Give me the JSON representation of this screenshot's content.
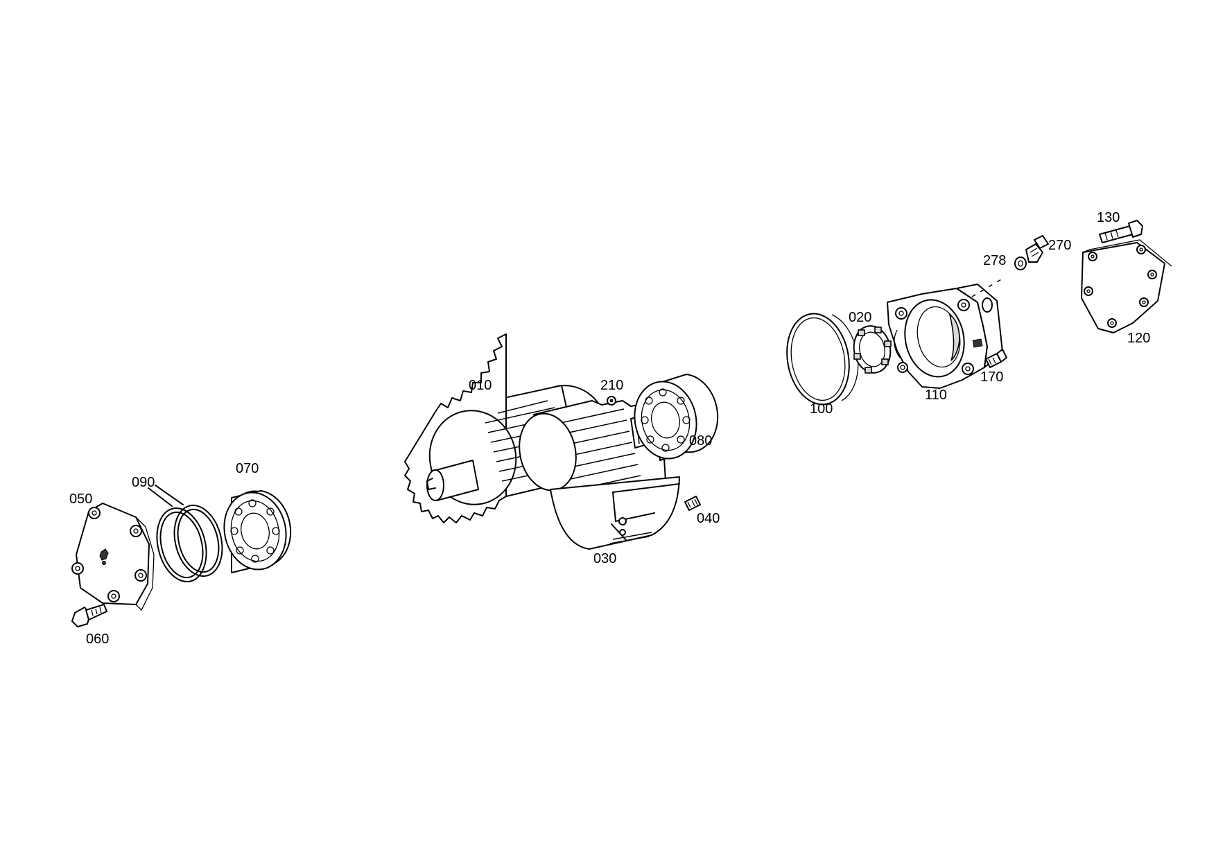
{
  "diagram": {
    "parts": [
      {
        "id": "p010",
        "label": "010"
      },
      {
        "id": "p020",
        "label": "020"
      },
      {
        "id": "p030",
        "label": "030"
      },
      {
        "id": "p040",
        "label": "040"
      },
      {
        "id": "p050",
        "label": "050"
      },
      {
        "id": "p060",
        "label": "060"
      },
      {
        "id": "p070",
        "label": "070"
      },
      {
        "id": "p080",
        "label": "080"
      },
      {
        "id": "p090",
        "label": "090"
      },
      {
        "id": "p100",
        "label": "100"
      },
      {
        "id": "p110",
        "label": "110"
      },
      {
        "id": "p120",
        "label": "120"
      },
      {
        "id": "p130",
        "label": "130"
      },
      {
        "id": "p170",
        "label": "170"
      },
      {
        "id": "p210",
        "label": "210"
      },
      {
        "id": "p270",
        "label": "270"
      },
      {
        "id": "p278",
        "label": "278"
      }
    ]
  }
}
